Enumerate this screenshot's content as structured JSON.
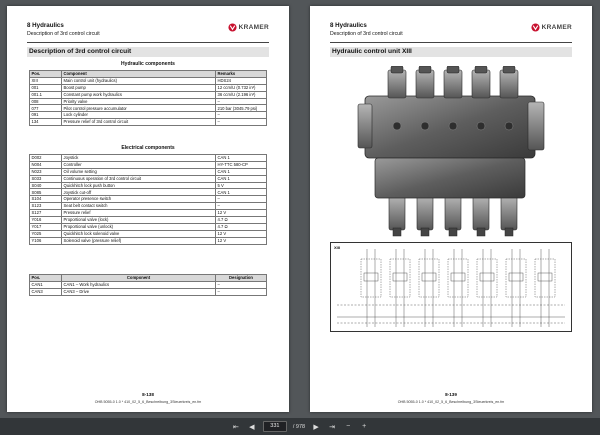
{
  "left_page": {
    "section": "8   Hydraulics",
    "subtitle": "Description of 3rd control circuit",
    "brand": "KRAMER",
    "title": "Description of 3rd control circuit",
    "hydraulic_heading": "Hydraulic components",
    "hydraulic_headers": [
      "Pos.",
      "Component",
      "Remarks"
    ],
    "hydraulic_rows": [
      [
        "XIII",
        "Main control unit (hydraulics)",
        "HDS24"
      ],
      [
        "001",
        "Boost pump",
        "12 ccm/U (0.732 in³)"
      ],
      [
        "001.1",
        "Constant pump work hydraulics",
        "36 ccm/U (2.196 in³)"
      ],
      [
        "008",
        "Priority valve",
        "–"
      ],
      [
        "077",
        "Pilot control pressure accumulator",
        "210 bar (3045.79 psi)"
      ],
      [
        "091",
        "Lock cylinder",
        "–"
      ],
      [
        "134",
        "Pressure relief of 3rd control circuit",
        "–"
      ]
    ],
    "electrical_heading": "Electrical components",
    "electrical_rows": [
      [
        "D002",
        "Joystick",
        "CAN 1"
      ],
      [
        "N004",
        "Controller",
        "HY-TTC 580-CP"
      ],
      [
        "N023",
        "Oil volume setting",
        "CAN 1"
      ],
      [
        "S033",
        "Continuous operation of 3rd control circuit",
        "CAN 1"
      ],
      [
        "S040",
        "Quickhitch lock push button",
        "5 V"
      ],
      [
        "S085",
        "Joystick cut-off",
        "CAN 1"
      ],
      [
        "S104",
        "Operator presence switch",
        "–"
      ],
      [
        "S123",
        "Seat belt contact switch",
        "–"
      ],
      [
        "S127",
        "Pressure relief",
        "12 V"
      ],
      [
        "Y016",
        "Proportional valve (lock)",
        "4.7 Ω"
      ],
      [
        "Y017",
        "Proportional valve (unlock)",
        "4.7 Ω"
      ],
      [
        "Y025",
        "Quickhitch lock solenoid valve",
        "12 V"
      ],
      [
        "Y106",
        "Solenoid valve (pressure relief)",
        "12 V"
      ]
    ],
    "can_headers": [
      "Pos.",
      "Component",
      "Designation"
    ],
    "can_rows": [
      [
        "CAN1",
        "CAN1 – Work hydraulics",
        "–"
      ],
      [
        "CAN3",
        "CAN3 – Drive",
        "–"
      ]
    ],
    "page_number": "8-138",
    "file_name": "OHB 5055-0   1.0  * 410_02_5_6_Beschreibung_3Steuerkreis_en.fm"
  },
  "right_page": {
    "section": "8   Hydraulics",
    "subtitle": "Description of 3rd control circuit",
    "brand": "KRAMER",
    "title": "Hydraulic control unit XIII",
    "schematic_label": "XIII",
    "page_number": "8-139",
    "file_name": "OHB 5055-0   1.0  * 410_02_5_6_Beschreibung_3Steuerkreis_en.fm"
  },
  "toolbar": {
    "first": "⇤",
    "prev": "◀",
    "current_page": "331",
    "total": "/ 978",
    "next": "▶",
    "last": "⇥",
    "zoom_out": "−",
    "zoom_in": "+"
  },
  "colors": {
    "logo_red": "#c8102e",
    "viewer_bg": "#525659"
  }
}
